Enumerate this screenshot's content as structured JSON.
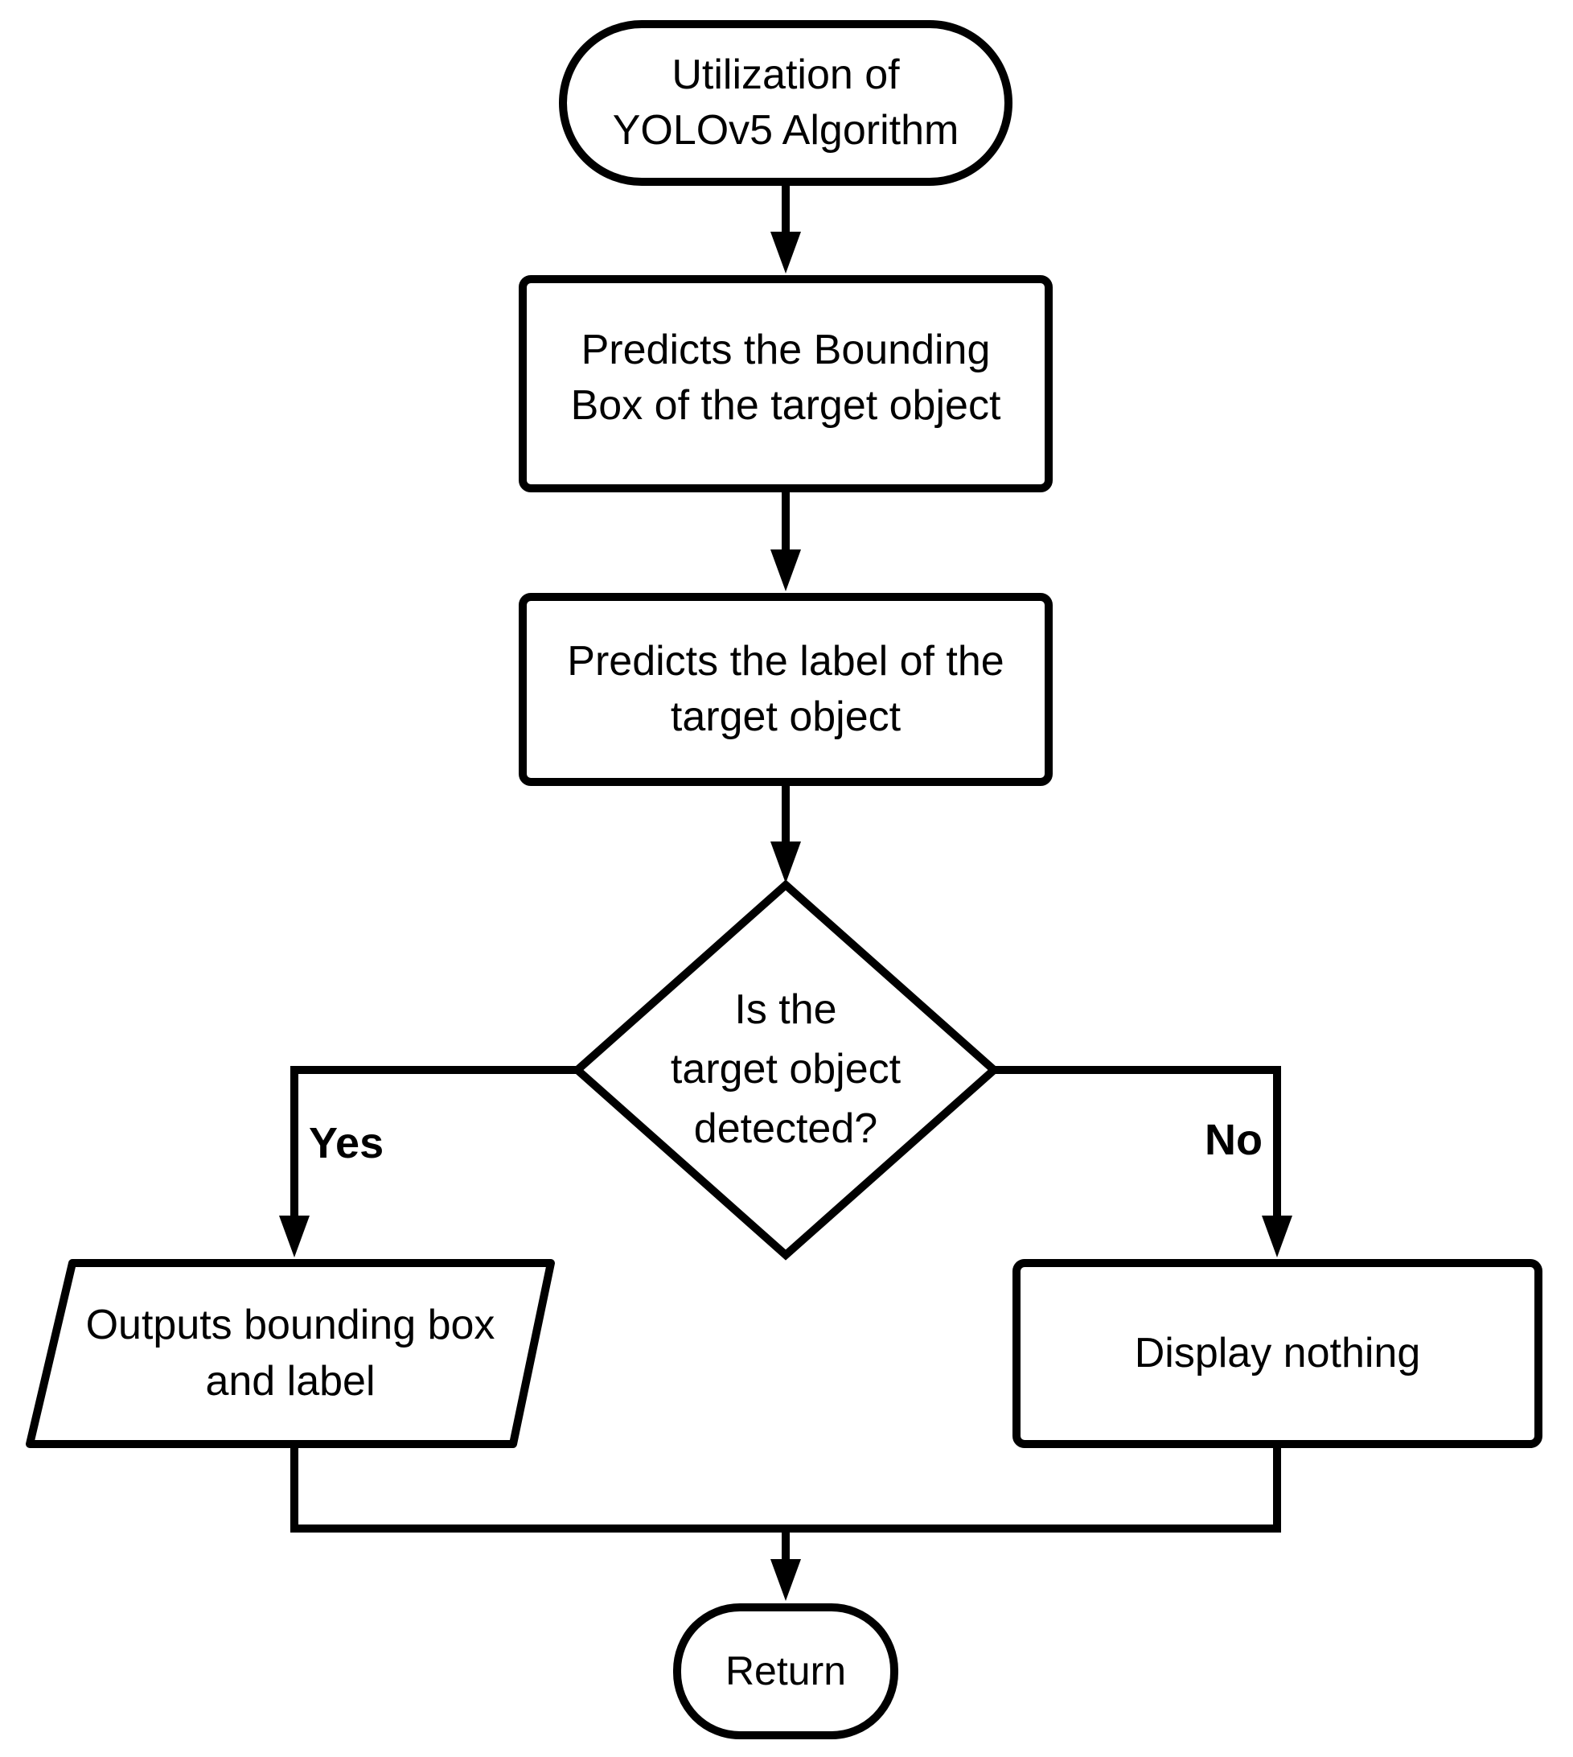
{
  "flowchart": {
    "start": {
      "line1": "Utilization of",
      "line2": "YOLOv5 Algorithm"
    },
    "predict_bbox": {
      "line1": "Predicts the Bounding",
      "line2": "Box of the target object"
    },
    "predict_label": {
      "line1": "Predicts the label of the",
      "line2": "target object"
    },
    "decision": {
      "line1": "Is the",
      "line2": "target object",
      "line3": "detected?"
    },
    "yes_branch": {
      "label": "Yes"
    },
    "no_branch": {
      "label": "No"
    },
    "output_io": {
      "line1": "Outputs bounding box",
      "line2": "and label"
    },
    "display_nothing": {
      "label": "Display nothing"
    },
    "end": {
      "label": "Return"
    }
  },
  "colors": {
    "stroke": "#000000",
    "background": "#ffffff",
    "text": "#000000"
  }
}
